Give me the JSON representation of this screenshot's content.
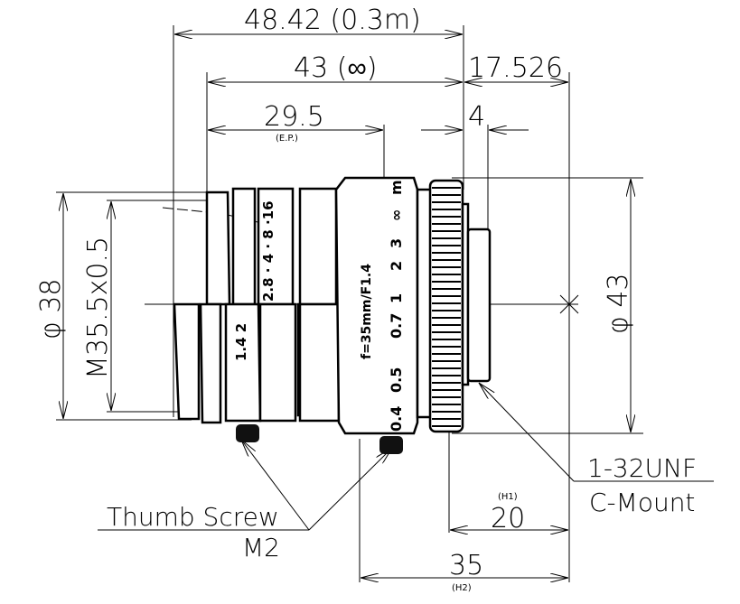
{
  "drawing": {
    "title": "Lens dimensional drawing",
    "line_color": "#000000",
    "background": "#ffffff"
  },
  "dimensions": {
    "total_length_near": "48.42 (0.3m)",
    "total_length_inf": "43 (∞)",
    "back_focus": "17.526",
    "entrance_pupil": "29.5",
    "entrance_pupil_note": "(E.P.)",
    "mount_flange": "4",
    "front_diameter": "φ 38",
    "filter_thread": "M35.5x0.5",
    "body_diameter": "φ 43",
    "h1_value": "20",
    "h1_note": "(H1)",
    "h2_value": "35",
    "h2_note": "(H2)"
  },
  "callouts": {
    "thumb_screw": "Thumb Screw",
    "thumb_screw_size": "M2",
    "mount_thread": "1-32UNF",
    "mount_type": "C-Mount"
  },
  "lens_markings": {
    "spec": "f=35mm/F1.4",
    "aperture_scale_upper": "2.8 · 4 · 8 ·16",
    "aperture_scale_lower": "1.4  2",
    "focus_unit": "m",
    "focus_scale": [
      "∞",
      "3",
      "2",
      "1",
      "0.7",
      "0.5",
      "0.4"
    ]
  }
}
